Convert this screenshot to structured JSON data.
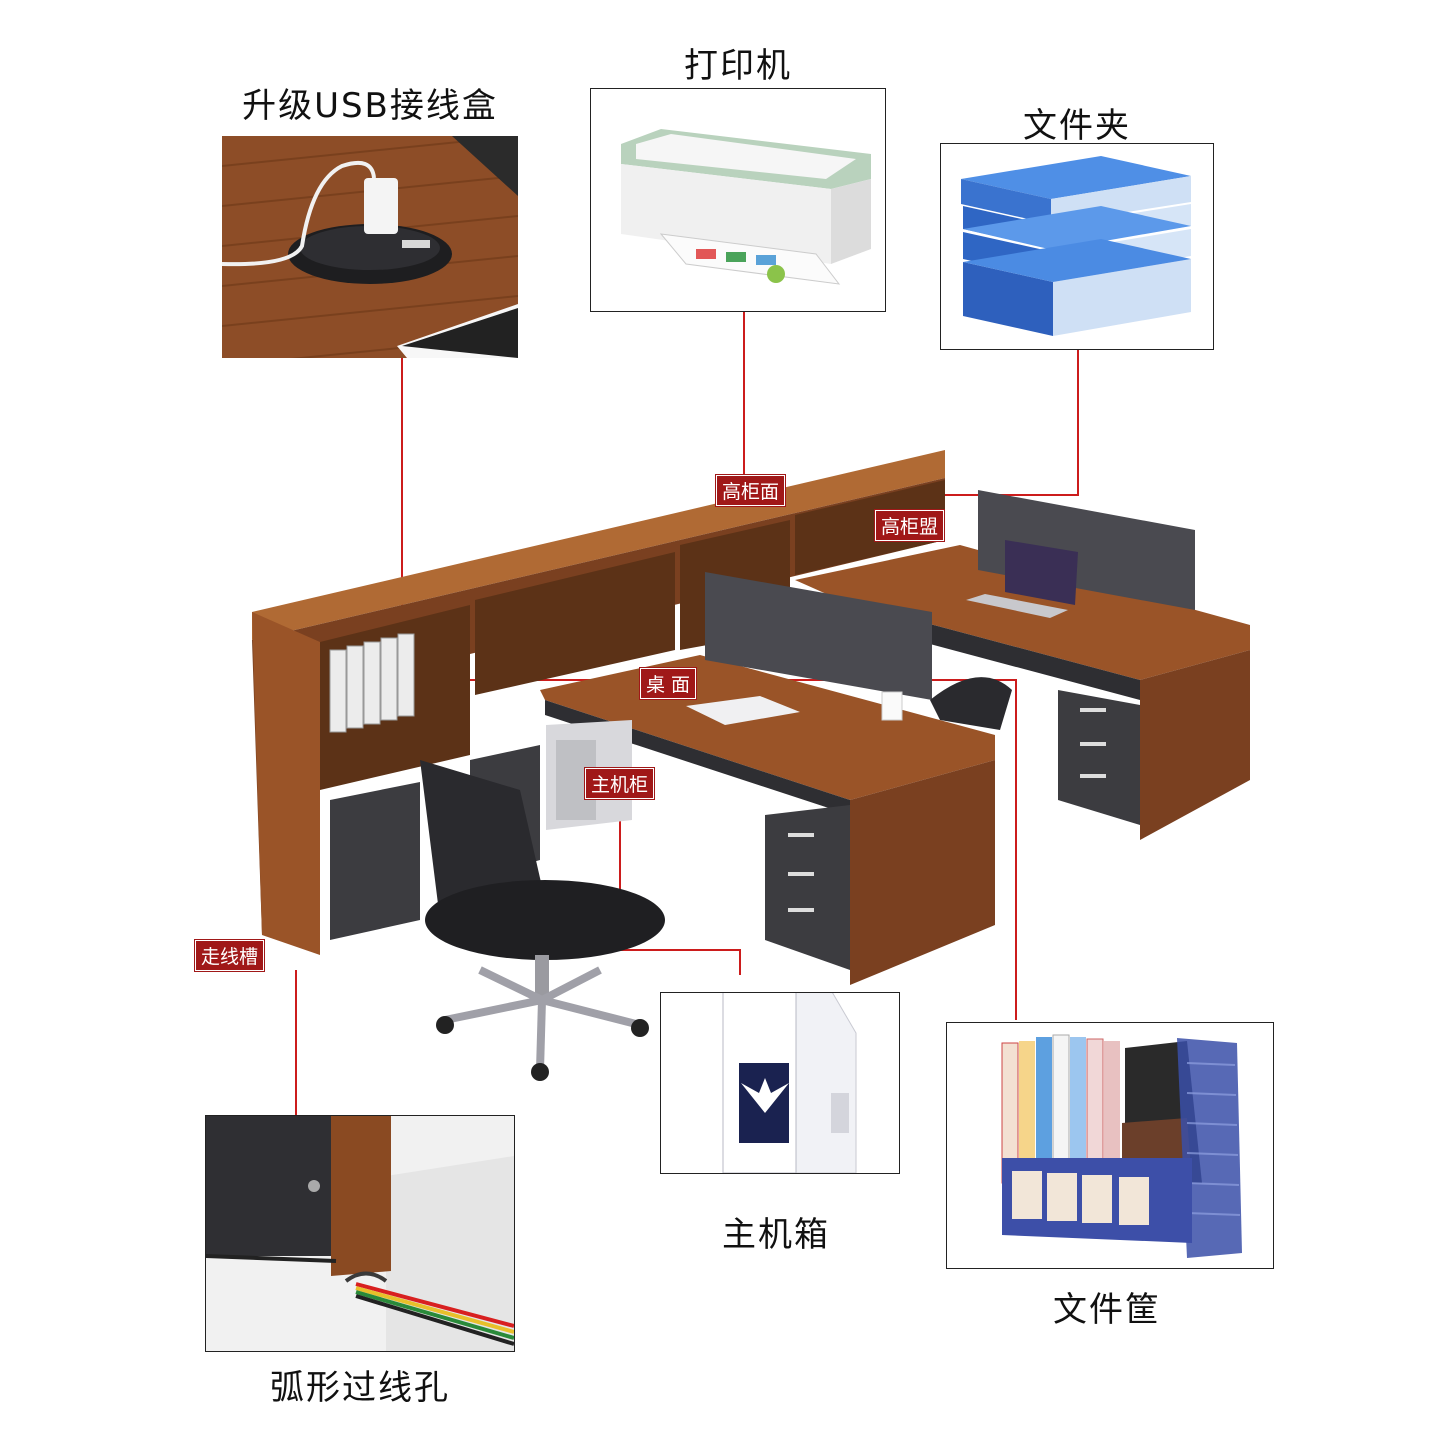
{
  "panels": {
    "usb": {
      "title": "升级USB接线盒",
      "icon": "usb-socket-icon"
    },
    "printer": {
      "title": "打印机",
      "icon": "printer-icon"
    },
    "folder": {
      "title": "文件夹",
      "icon": "folder-icon"
    },
    "host_case": {
      "title": "主机箱",
      "icon": "pc-case-icon"
    },
    "file_rack": {
      "title": "文件筐",
      "icon": "file-rack-icon"
    },
    "cable_hole": {
      "title": "弧形过线孔",
      "icon": "cable-hole-icon"
    }
  },
  "tags": {
    "cabinet_top": "高柜面",
    "cabinet_back": "高柜盟",
    "desktop": "桌 面",
    "host_cabinet": "主机柜",
    "cable_trough": "走线槽"
  },
  "colors": {
    "wood": "#8a4a22",
    "wood_light": "#a2602f",
    "panel_dark": "#3c3c40",
    "tag_red": "#a01818",
    "leader_red": "#cc1c1c"
  }
}
